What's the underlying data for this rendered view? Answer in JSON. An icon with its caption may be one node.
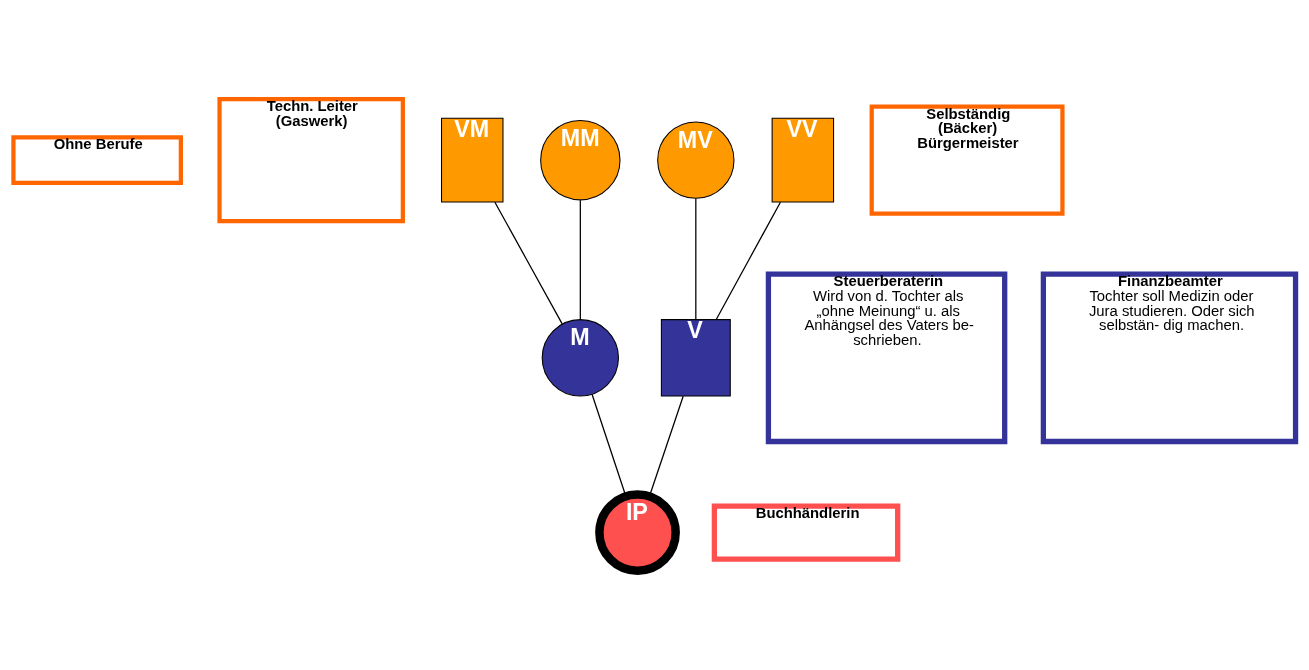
{
  "diagram": {
    "nodes": [
      {
        "text": [
          "Ohne Berufe"
        ]
      },
      {
        "text": [
          "Techn. Leiter (Gaswerk)"
        ]
      },
      {
        "text": [
          "VM"
        ]
      },
      {
        "text": [
          "MM"
        ]
      },
      {
        "text": [
          "MV"
        ]
      },
      {
        "text": [
          "VV"
        ]
      },
      {
        "text": [
          "Selbständig (Bäcker) Bürgermeister"
        ]
      },
      {
        "text": [
          "Steuerberaterin",
          "Wird von d. Tochter als „ohne Meinung“ u. als Anhängsel des Vaters be- schrieben."
        ]
      },
      {
        "text": [
          "M"
        ]
      },
      {
        "text": [
          "V"
        ]
      },
      {
        "text": [
          "Finanzbeamter",
          "Tochter soll Medizin oder Jura studieren. Oder sich selbstän- dig machen."
        ]
      },
      {
        "text": [
          "IP"
        ]
      },
      {
        "text": [
          "Buchhändlerin"
        ]
      }
    ],
    "edges": [
      {
        "from": 2,
        "to": 8,
        "arrow": "none"
      },
      {
        "from": 3,
        "to": 8,
        "arrow": "none"
      },
      {
        "from": 4,
        "to": 9,
        "arrow": "none"
      },
      {
        "from": 5,
        "to": 9,
        "arrow": "none"
      },
      {
        "from": 8,
        "to": 11,
        "arrow": "none"
      },
      {
        "from": 9,
        "to": 11,
        "arrow": "none"
      }
    ]
  }
}
